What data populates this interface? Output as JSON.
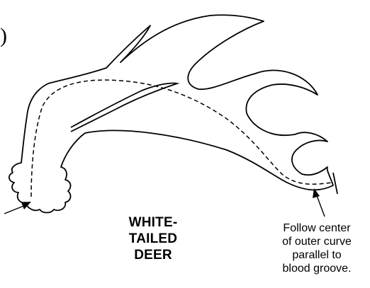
{
  "figure": {
    "top_left_mark": ")",
    "title_lines": [
      "WHITE-TAILED",
      "DEER"
    ],
    "note_lines": [
      "Follow center",
      "of outer curve",
      "parallel to",
      "blood groove."
    ],
    "colors": {
      "ink": "#000000",
      "background": "#ffffff"
    },
    "icons": [
      "antler-outline-icon",
      "measurement-dashed-line-icon",
      "start-arrow-icon",
      "note-arrow-icon",
      "end-tick-icon"
    ]
  }
}
